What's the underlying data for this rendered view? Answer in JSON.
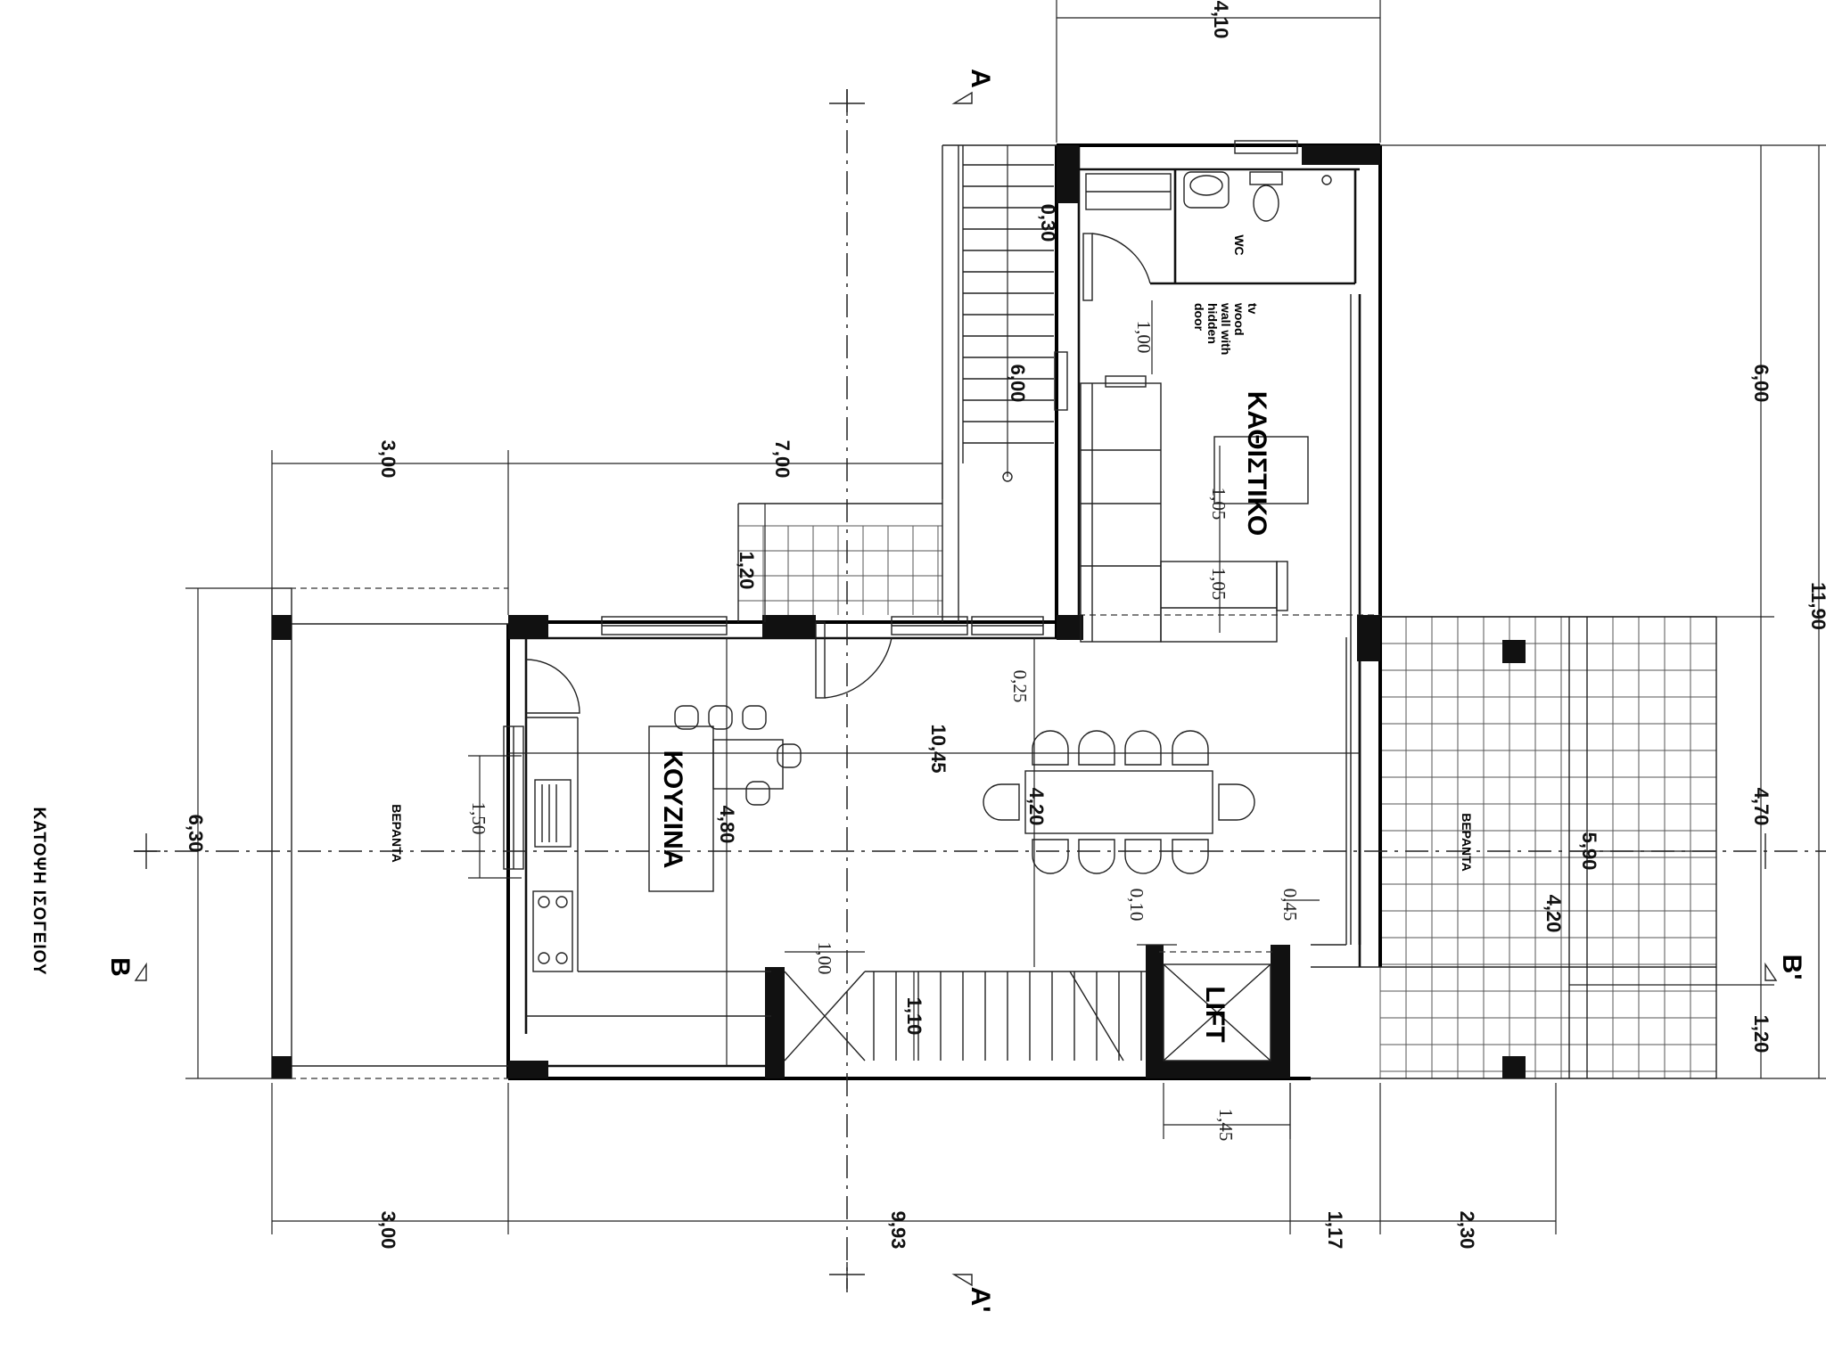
{
  "drawing": {
    "title": "ΚΑΤΟΨΗ ΙΣΟΓΕΙΟΥ",
    "rooms": {
      "living": "ΚΑΘΙΣΤΙΚΟ",
      "kitchen": "ΚΟΥΖΙΝΑ",
      "wc": "WC",
      "lift": "LIFT",
      "veranda_left": "ΒΕΡΑΝΤΑ",
      "veranda_right": "ΒΕΡΑΝΤΑ"
    },
    "notes": {
      "tv_wall": [
        "tv",
        "wood",
        "wall with",
        "hidden",
        "door"
      ]
    },
    "sections": {
      "a_top": "A",
      "a_bottom": "A'",
      "b_left": "B",
      "b_right": "B'"
    },
    "dimensions": {
      "top_4_10": "4,10",
      "top_3_00": "3,00",
      "top_7_00": "7,00",
      "bot_3_00": "3,00",
      "bot_9_93": "9,93",
      "bot_1_17": "1,17",
      "bot_2_30": "2,30",
      "left_6_30": "6,30",
      "right_6_00": "6,00",
      "right_11_90": "11,90",
      "right_4_70": "4,70",
      "right_1_20": "1,20",
      "int_0_30": "0,30",
      "int_6_00": "6,00",
      "int_1_00_door": "1,00",
      "int_1_05_a": "1,05",
      "int_1_05_b": "1,05",
      "int_1_20": "1,20",
      "int_0_25": "0,25",
      "int_10_45": "10,45",
      "int_4_80": "4,80",
      "int_1_50": "1,50",
      "int_4_20_dining": "4,20",
      "int_0_10": "0,10",
      "int_0_45": "0,45",
      "int_1_00_stair": "1,00",
      "int_1_10": "1,10",
      "int_1_45": "1,45",
      "int_5_90": "5,90",
      "int_4_20_veranda": "4,20"
    }
  }
}
